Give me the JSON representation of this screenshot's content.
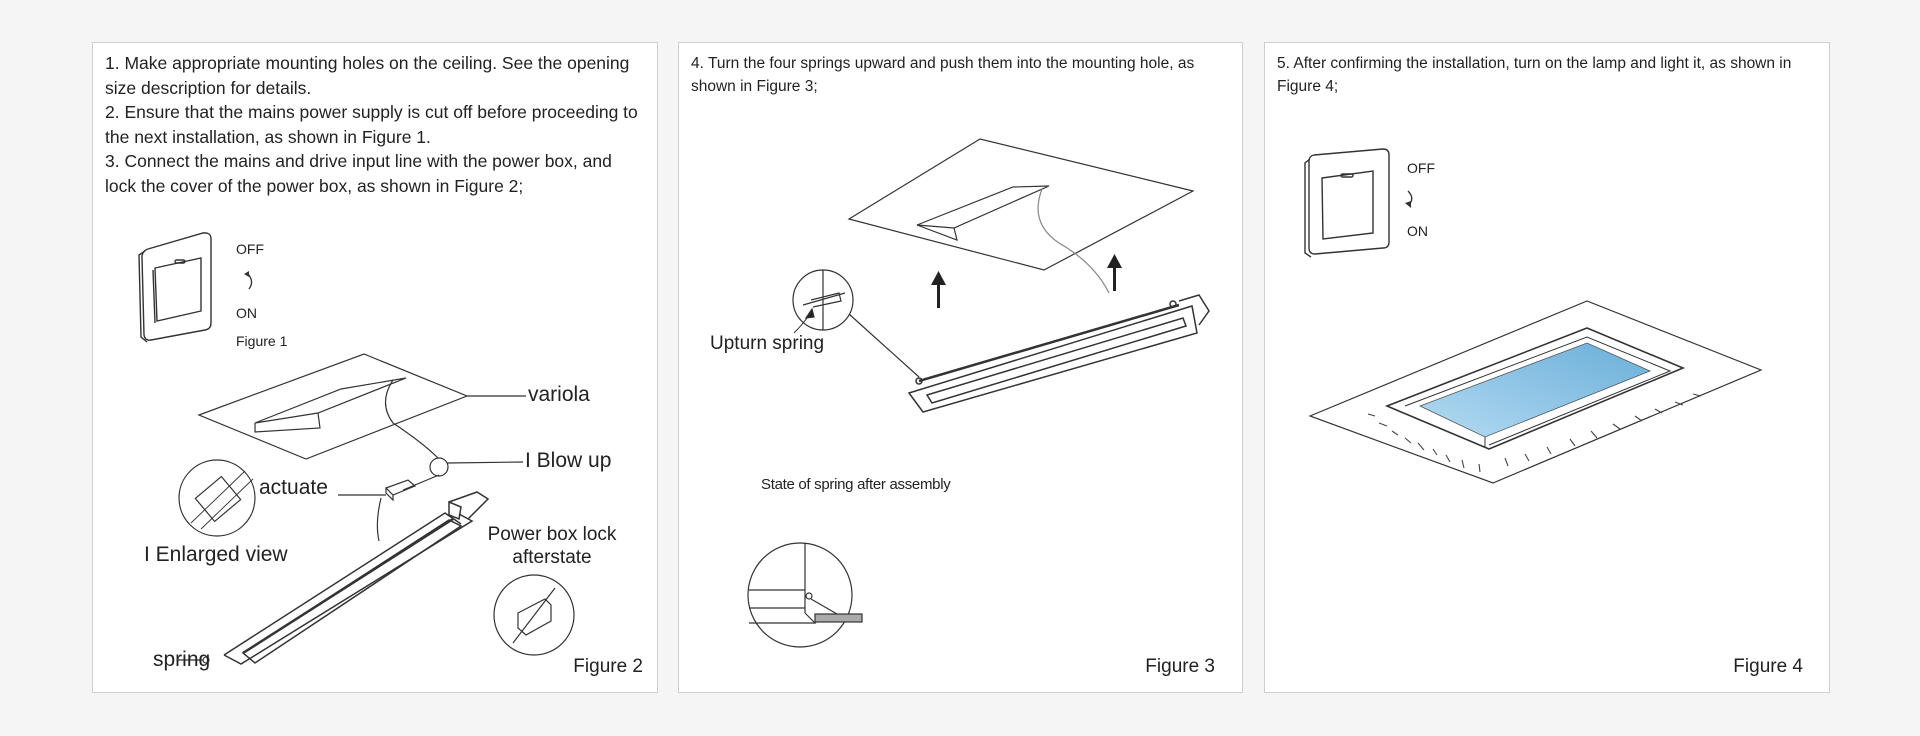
{
  "page": {
    "background": "#f5f5f5",
    "panel_border": "#cfcfcf",
    "lamp_light_color": "#8cc4e6"
  },
  "panels": [
    {
      "steps": [
        "1. Make appropriate mounting holes on the ceiling. See the opening size description for details.",
        "2. Ensure that the mains power supply is cut off before proceeding to the next installation, as shown in Figure 1.",
        "3. Connect the mains and drive input line with the power box, and lock the cover of the power box, as shown in Figure 2;"
      ],
      "switch": {
        "off_label": "OFF",
        "on_label": "ON",
        "caption": "Figure 1"
      },
      "labels": {
        "ceiling": "variola",
        "connector": "I Blow up",
        "driver": "actuate",
        "enlarged": "I Enlarged view",
        "power_box": "Power box lock afterstate",
        "power_box_line1": "Power box lock",
        "power_box_line2": "afterstate",
        "spring": "spring"
      },
      "caption": "Figure 2"
    },
    {
      "steps": [
        "4. Turn the four springs upward and push them into the mounting hole, as shown in Figure 3;"
      ],
      "labels": {
        "upturn_spring": "Upturn spring",
        "spring_state": "State of spring after assembly"
      },
      "icons": [
        "arrow-up-icon",
        "arrow-up-icon"
      ],
      "caption": "Figure 3"
    },
    {
      "steps": [
        "5. After confirming the installation, turn on the lamp and light it, as shown in Figure 4;"
      ],
      "switch": {
        "off_label": "OFF",
        "on_label": "ON"
      },
      "caption": "Figure 4"
    }
  ]
}
